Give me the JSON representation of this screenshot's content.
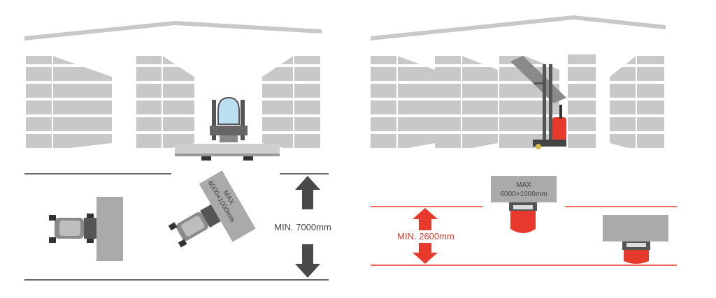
{
  "left_panel": {
    "aisle_label": "MIN. 7000mm",
    "load_label_line1": "MAX",
    "load_label_line2": "6000×1000mm"
  },
  "right_panel": {
    "aisle_label": "MIN. 2600mm",
    "load_label_line1": "MAX",
    "load_label_line2": "6000×1000mm"
  },
  "colors": {
    "shelf": "#c8c8c8",
    "shelf_line": "#ffffff",
    "roof": "#c8c8c8",
    "line_dark": "#333333",
    "arrow_dark": "#4a4a4a",
    "accent_red": "#e8392d",
    "load_grey": "#aaaaaa"
  }
}
